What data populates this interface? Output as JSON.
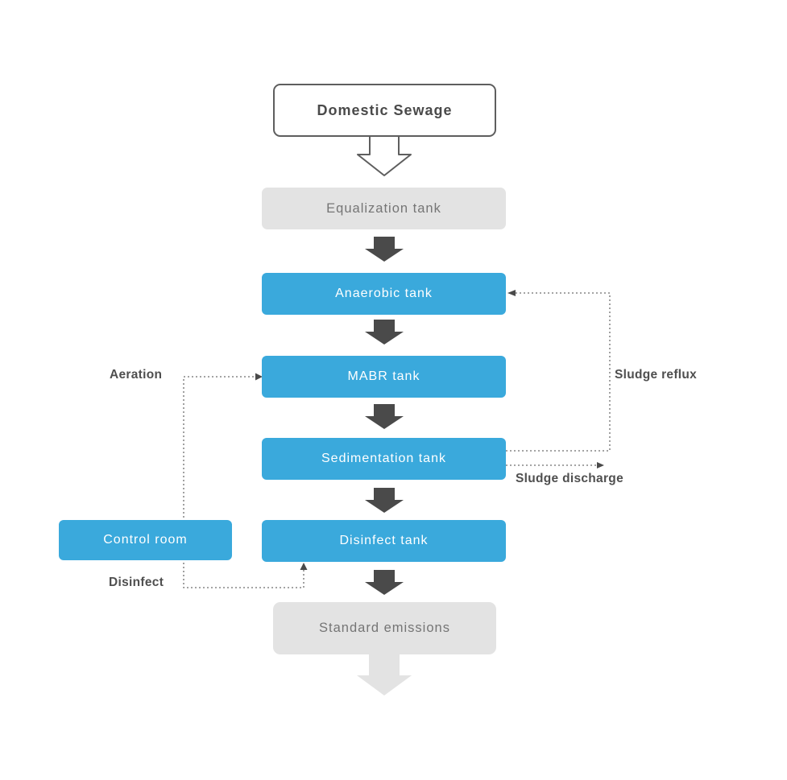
{
  "diagram": {
    "type": "flowchart",
    "nodes": {
      "domestic_sewage": {
        "label": "Domestic Sewage",
        "kind": "start"
      },
      "equalization": {
        "label": "Equalization tank",
        "kind": "terminal"
      },
      "anaerobic": {
        "label": "Anaerobic tank",
        "kind": "process"
      },
      "mabr": {
        "label": "MABR tank",
        "kind": "process"
      },
      "sedimentation": {
        "label": "Sedimentation tank",
        "kind": "process"
      },
      "disinfect_tank": {
        "label": "Disinfect tank",
        "kind": "process"
      },
      "standard_emissions": {
        "label": "Standard emissions",
        "kind": "terminal"
      },
      "control_room": {
        "label": "Control room",
        "kind": "process"
      }
    },
    "edge_labels": {
      "aeration": "Aeration",
      "disinfect": "Disinfect",
      "sludge_reflux": "Sludge reflux",
      "sludge_discharge": "Sludge discharge"
    },
    "flow_order": [
      "Domestic Sewage",
      "Equalization tank",
      "Anaerobic tank",
      "MABR tank",
      "Sedimentation tank",
      "Disinfect tank",
      "Standard emissions"
    ],
    "dotted_connections": [
      {
        "from": "Control room",
        "to": "MABR tank",
        "label": "Aeration"
      },
      {
        "from": "Control room",
        "to": "Disinfect tank",
        "label": "Disinfect"
      },
      {
        "from": "Sedimentation tank",
        "to": "Anaerobic tank",
        "label": "Sludge reflux"
      },
      {
        "from": "Sedimentation tank",
        "to": "out",
        "label": "Sludge discharge"
      }
    ],
    "colors": {
      "process_fill": "#3AA9DC",
      "process_text": "#FFFFFF",
      "terminal_fill": "#E3E3E3",
      "terminal_text": "#757575",
      "start_border": "#5E5E5E",
      "start_text": "#4A4A4A",
      "solid_arrow": "#4A4A4A",
      "light_arrow": "#E3E3E3",
      "dotted_line": "#6E6E6E",
      "edge_label_text": "#4F4F4F",
      "background": "#FFFFFF"
    }
  }
}
